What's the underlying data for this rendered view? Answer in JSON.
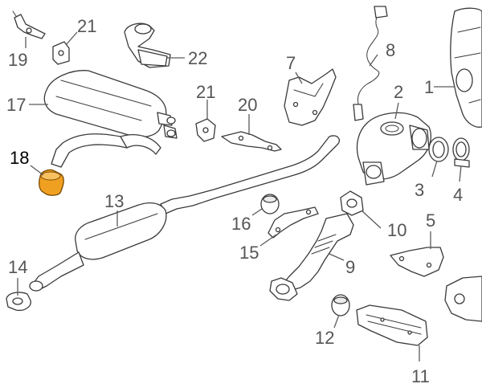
{
  "diagram": {
    "highlight_color": "#f0a020",
    "active_callout": "18",
    "callouts": {
      "c1": "1",
      "c2": "2",
      "c3": "3",
      "c4": "4",
      "c5": "5",
      "c7": "7",
      "c8": "8",
      "c9": "9",
      "c10": "10",
      "c11": "11",
      "c12": "12",
      "c13": "13",
      "c14": "14",
      "c15": "15",
      "c16": "16",
      "c17": "17",
      "c18": "18",
      "c19": "19",
      "c20": "20",
      "c21a": "21",
      "c21b": "21",
      "c22": "22"
    }
  }
}
